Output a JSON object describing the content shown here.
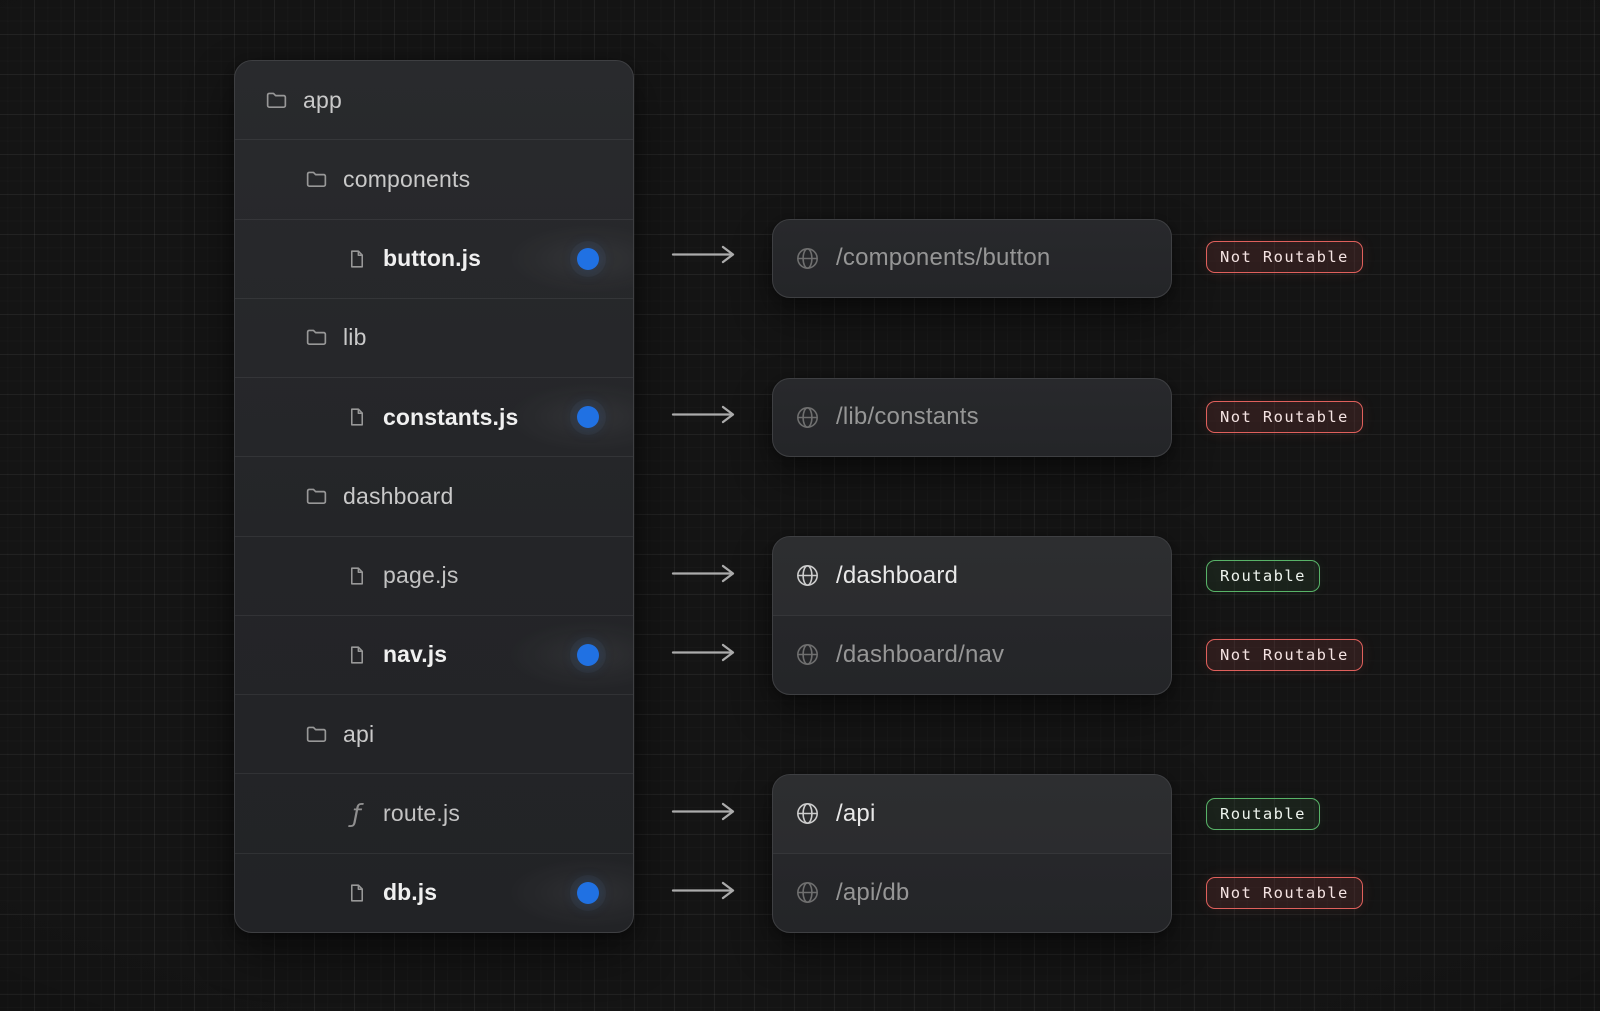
{
  "file_tree": {
    "rows": [
      {
        "label": "app",
        "icon": "folder",
        "depth": 0
      },
      {
        "label": "components",
        "icon": "folder",
        "depth": 1
      },
      {
        "label": "button.js",
        "icon": "file",
        "depth": 2,
        "highlighted": true,
        "has_dot": true
      },
      {
        "label": "lib",
        "icon": "folder",
        "depth": 1
      },
      {
        "label": "constants.js",
        "icon": "file",
        "depth": 2,
        "highlighted": true,
        "has_dot": true
      },
      {
        "label": "dashboard",
        "icon": "folder",
        "depth": 1
      },
      {
        "label": "page.js",
        "icon": "file",
        "depth": 2
      },
      {
        "label": "nav.js",
        "icon": "file",
        "depth": 2,
        "highlighted": true,
        "has_dot": true
      },
      {
        "label": "api",
        "icon": "folder",
        "depth": 1
      },
      {
        "label": "route.js",
        "icon": "function",
        "depth": 2
      },
      {
        "label": "db.js",
        "icon": "file",
        "depth": 2,
        "highlighted": true,
        "has_dot": true
      }
    ]
  },
  "route_groups": [
    {
      "rows": [
        {
          "path": "/components/button",
          "emphasis": "dim",
          "status": "not_routable"
        }
      ]
    },
    {
      "rows": [
        {
          "path": "/lib/constants",
          "emphasis": "dim",
          "status": "not_routable"
        }
      ]
    },
    {
      "rows": [
        {
          "path": "/dashboard",
          "emphasis": "bright",
          "status": "routable"
        },
        {
          "path": "/dashboard/nav",
          "emphasis": "dim",
          "status": "not_routable"
        }
      ]
    },
    {
      "rows": [
        {
          "path": "/api",
          "emphasis": "bright",
          "status": "routable"
        },
        {
          "path": "/api/db",
          "emphasis": "dim",
          "status": "not_routable"
        }
      ]
    }
  ],
  "status_labels": {
    "routable": "Routable",
    "not_routable": "Not Routable"
  },
  "glyphs": {
    "function_icon": "ƒ"
  },
  "icons": [
    "folder-icon",
    "file-icon",
    "function-icon",
    "globe-icon",
    "arrow-right-icon",
    "client-dot"
  ],
  "colors": {
    "client_dot_blue": "#2071e3",
    "routable_green": "#58b368",
    "not_routable_red": "#e0605c",
    "panel_bg": "#242528",
    "page_bg": "#141414"
  }
}
